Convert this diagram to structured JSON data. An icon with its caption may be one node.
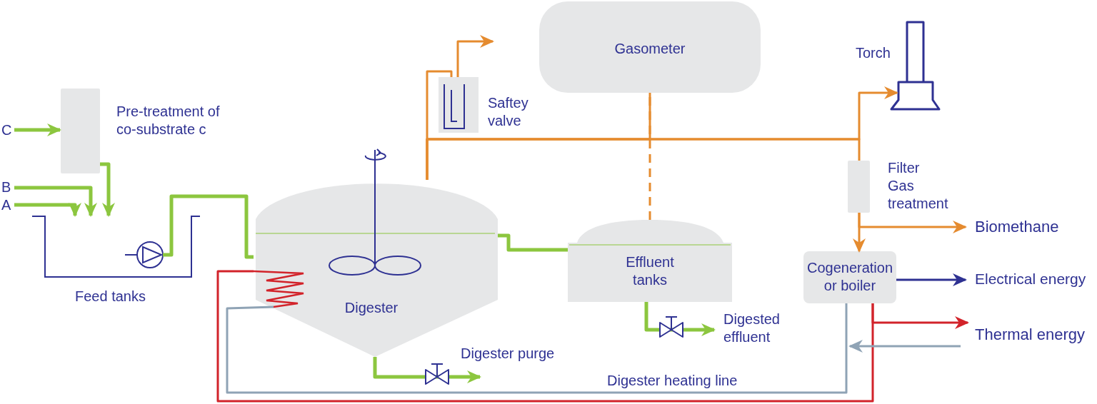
{
  "diagram": {
    "nodes": [
      {
        "text": [
          "C"
        ]
      },
      {
        "text": [
          "Pre-treatment of co-substrate c"
        ]
      },
      {
        "text": [
          "B"
        ]
      },
      {
        "text": [
          "A"
        ]
      },
      {
        "text": [
          "Feed tanks"
        ]
      },
      {
        "text": [
          "Digester"
        ]
      },
      {
        "text": [
          "Saftey valve"
        ]
      },
      {
        "text": [
          "Gasometer"
        ]
      },
      {
        "text": [
          "Torch"
        ]
      },
      {
        "text": [
          "Filter Gas treatment"
        ]
      },
      {
        "text": [
          "Effluent tanks"
        ]
      },
      {
        "text": [
          "Cogeneration or boiler"
        ]
      },
      {
        "text": [
          "Biomethane"
        ]
      },
      {
        "text": [
          "Electrical energy"
        ]
      },
      {
        "text": [
          "Thermal energy"
        ]
      },
      {
        "text": [
          "Digested effluent"
        ]
      },
      {
        "text": [
          "Digester purge"
        ]
      }
    ],
    "edges": [
      {
        "from": 0,
        "to": 1,
        "arrow": "to"
      },
      {
        "from": 1,
        "to": 4,
        "arrow": "to"
      },
      {
        "from": 2,
        "to": 4,
        "arrow": "to"
      },
      {
        "from": 3,
        "to": 4,
        "arrow": "to"
      },
      {
        "from": 4,
        "to": 5,
        "arrow": "none"
      },
      {
        "from": 5,
        "to": 6,
        "arrow": "none",
        "color": "#e58b2f"
      },
      {
        "from": 6,
        "to": null,
        "arrow": "to",
        "color": "#e58b2f"
      },
      {
        "from": 5,
        "to": 7,
        "arrow": "none",
        "color": "#e58b2f"
      },
      {
        "from": 5,
        "to": 8,
        "arrow": "to",
        "color": "#e58b2f"
      },
      {
        "from": 5,
        "to": 9,
        "arrow": "none",
        "color": "#e58b2f"
      },
      {
        "from": 10,
        "to": 7,
        "arrow": "none",
        "style": "dashed",
        "color": "#e58b2f"
      },
      {
        "from": 5,
        "to": 10,
        "arrow": "none"
      },
      {
        "from": 9,
        "to": 11,
        "arrow": "to",
        "color": "#e58b2f"
      },
      {
        "from": 9,
        "to": 12,
        "arrow": "to",
        "color": "#e58b2f"
      },
      {
        "from": 11,
        "to": 13,
        "arrow": "to",
        "color": "#2e3192"
      },
      {
        "from": 11,
        "to": 14,
        "arrow": "to",
        "color": "#d2232a"
      },
      {
        "from": 10,
        "to": 15,
        "arrow": "to"
      },
      {
        "from": 5,
        "to": 16,
        "arrow": "to"
      },
      {
        "from": 11,
        "to": 5,
        "arrow": "none",
        "color": "#d2232a"
      },
      {
        "from": 5,
        "to": 11,
        "arrow": "none",
        "color": "#8fa3b5"
      },
      {
        "from": 14,
        "to": 11,
        "arrow": "to",
        "color": "#8fa3b5"
      }
    ],
    "labels": [
      "Digester heating line"
    ]
  }
}
